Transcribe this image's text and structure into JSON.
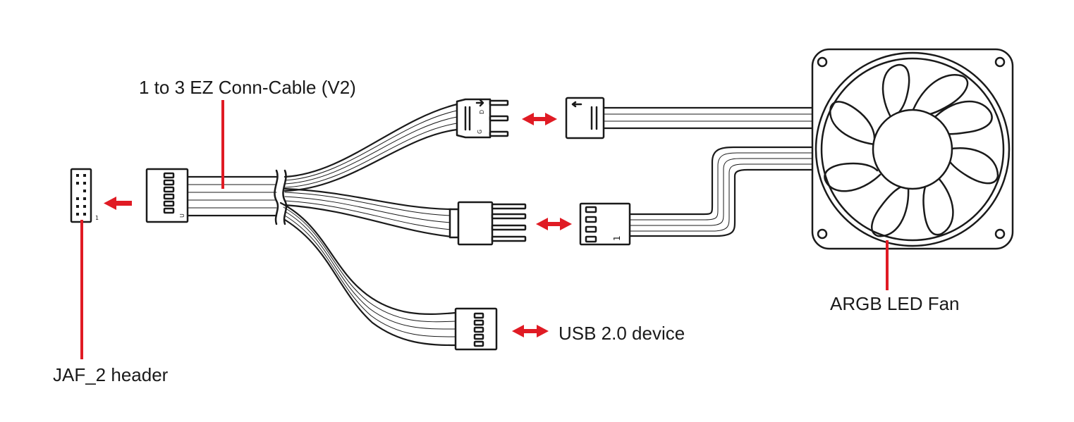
{
  "labels": {
    "cable": "1 to 3 EZ Conn-Cable (V2)",
    "header": "JAF_2 header",
    "fan": "ARGB LED Fan",
    "usb": "USB 2.0 device"
  },
  "pin_marks": {
    "header_pin1": "1",
    "connector_u": "U",
    "argb_d": "D",
    "argb_g": "G",
    "fan_conn_1": "1"
  },
  "colors": {
    "accent": "#e01b24",
    "ink": "#1a1a1a",
    "background": "#ffffff"
  }
}
